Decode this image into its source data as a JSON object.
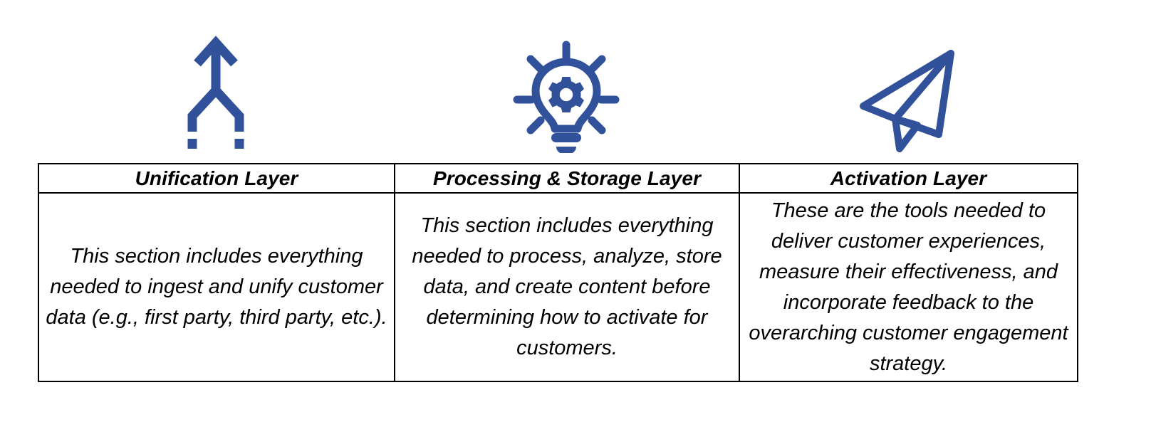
{
  "page": {
    "background_color": "#ffffff",
    "accent_color": "#31519A",
    "text_color": "#000000",
    "border_color": "#000000"
  },
  "icons": [
    {
      "name": "merge-arrow-icon",
      "semantic": "merge-unify-arrow",
      "color": "#31519A",
      "alt": "Two dashed lines merging upward into a single arrow"
    },
    {
      "name": "lightbulb-gear-icon",
      "semantic": "lightbulb-with-gear",
      "color": "#31519A",
      "alt": "Lightbulb with a gear inside and radiating rays"
    },
    {
      "name": "paper-plane-icon",
      "semantic": "paper-airplane",
      "color": "#31519A",
      "alt": "Outlined paper airplane pointing up and to the right"
    }
  ],
  "table": {
    "columns": [
      {
        "header": "Unification Layer",
        "body": "This section includes everything needed to ingest and unify customer data (e.g., first party, third party, etc.)."
      },
      {
        "header": "Processing & Storage Layer",
        "body": "This section includes everything needed to process, analyze, store data, and create content before determining how to activate for customers."
      },
      {
        "header": "Activation Layer",
        "body": "These are the tools needed to deliver customer experiences, measure their effectiveness, and incorporate feedback to the overarching customer engagement strategy."
      }
    ]
  }
}
